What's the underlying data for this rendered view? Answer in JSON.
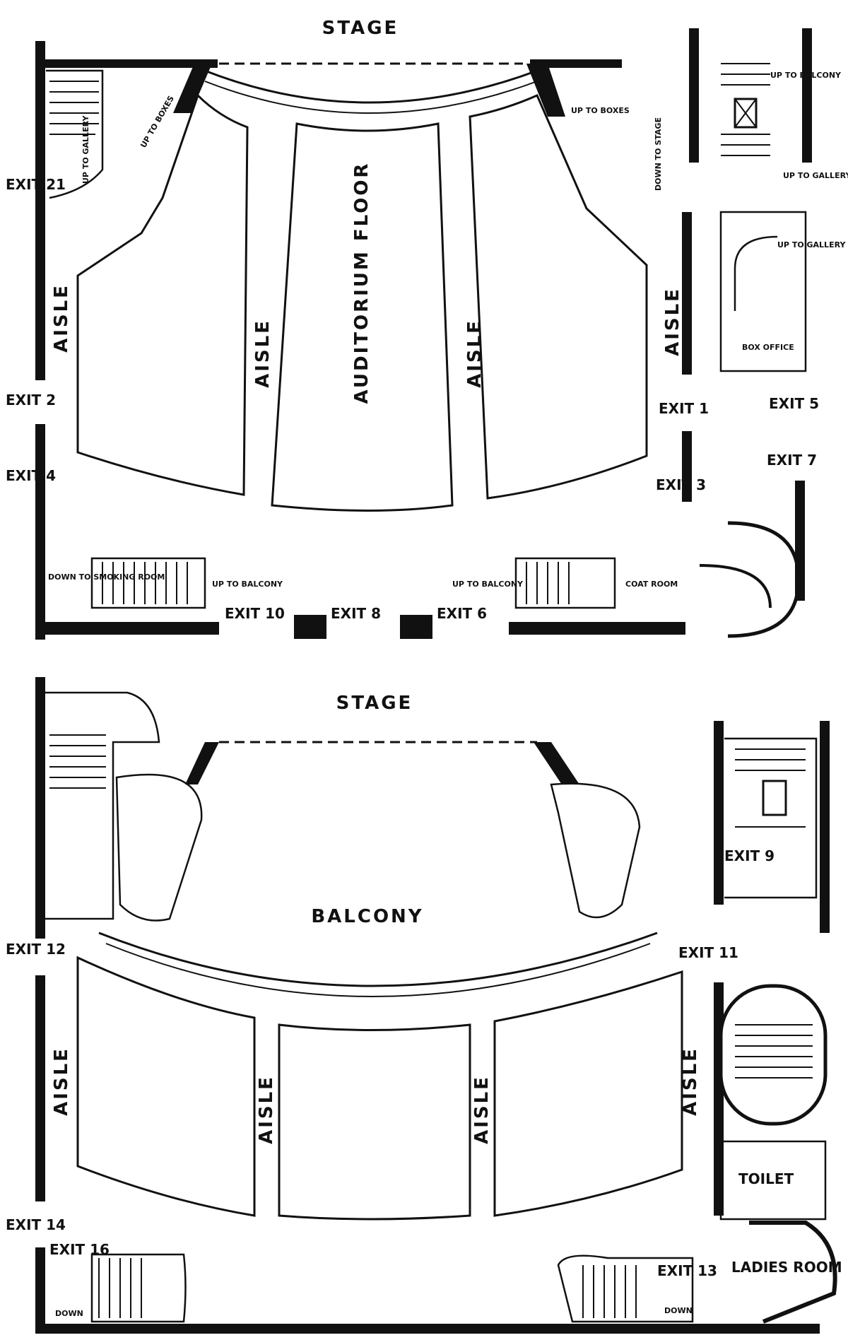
{
  "plans": {
    "ground": {
      "stage": "STAGE",
      "auditorium": "AUDITORIUM FLOOR",
      "aisles": [
        "AISLE",
        "AISLE",
        "AISLE",
        "AISLE"
      ],
      "exits": {
        "e21": "EXIT 21",
        "e2": "EXIT 2",
        "e4": "EXIT 4",
        "e1": "EXIT 1",
        "e3": "EXIT 3",
        "e5": "EXIT 5",
        "e7": "EXIT 7",
        "e10": "EXIT 10",
        "e8": "EXIT 8",
        "e6": "EXIT 6"
      },
      "notes": {
        "up_boxes_l": "UP TO BOXES",
        "up_gallery_l": "UP TO GALLERY",
        "up_boxes_r": "UP TO BOXES",
        "down_stage": "DOWN TO STAGE",
        "up_balcony_tr": "UP TO BALCONY",
        "up_gallery_tr": "UP TO GALLERY",
        "up_gallery_r": "UP TO GALLERY",
        "box_office": "BOX OFFICE",
        "down_smoking": "DOWN TO SMOKING ROOM",
        "up_balcony_bl": "UP TO BALCONY",
        "up_balcony_br": "UP TO BALCONY",
        "coat_room": "COAT ROOM"
      }
    },
    "balcony": {
      "stage": "STAGE",
      "balcony": "BALCONY",
      "aisles": [
        "AISLE",
        "AISLE",
        "AISLE",
        "AISLE"
      ],
      "exits": {
        "e12": "EXIT 12",
        "e11": "EXIT 11",
        "e9": "EXIT 9",
        "e14": "EXIT 14",
        "e16": "EXIT 16",
        "e13": "EXIT 13"
      },
      "notes": {
        "toilet": "TOILET",
        "ladies_room": "LADIES ROOM",
        "down_l": "DOWN",
        "down_r": "DOWN"
      }
    }
  }
}
